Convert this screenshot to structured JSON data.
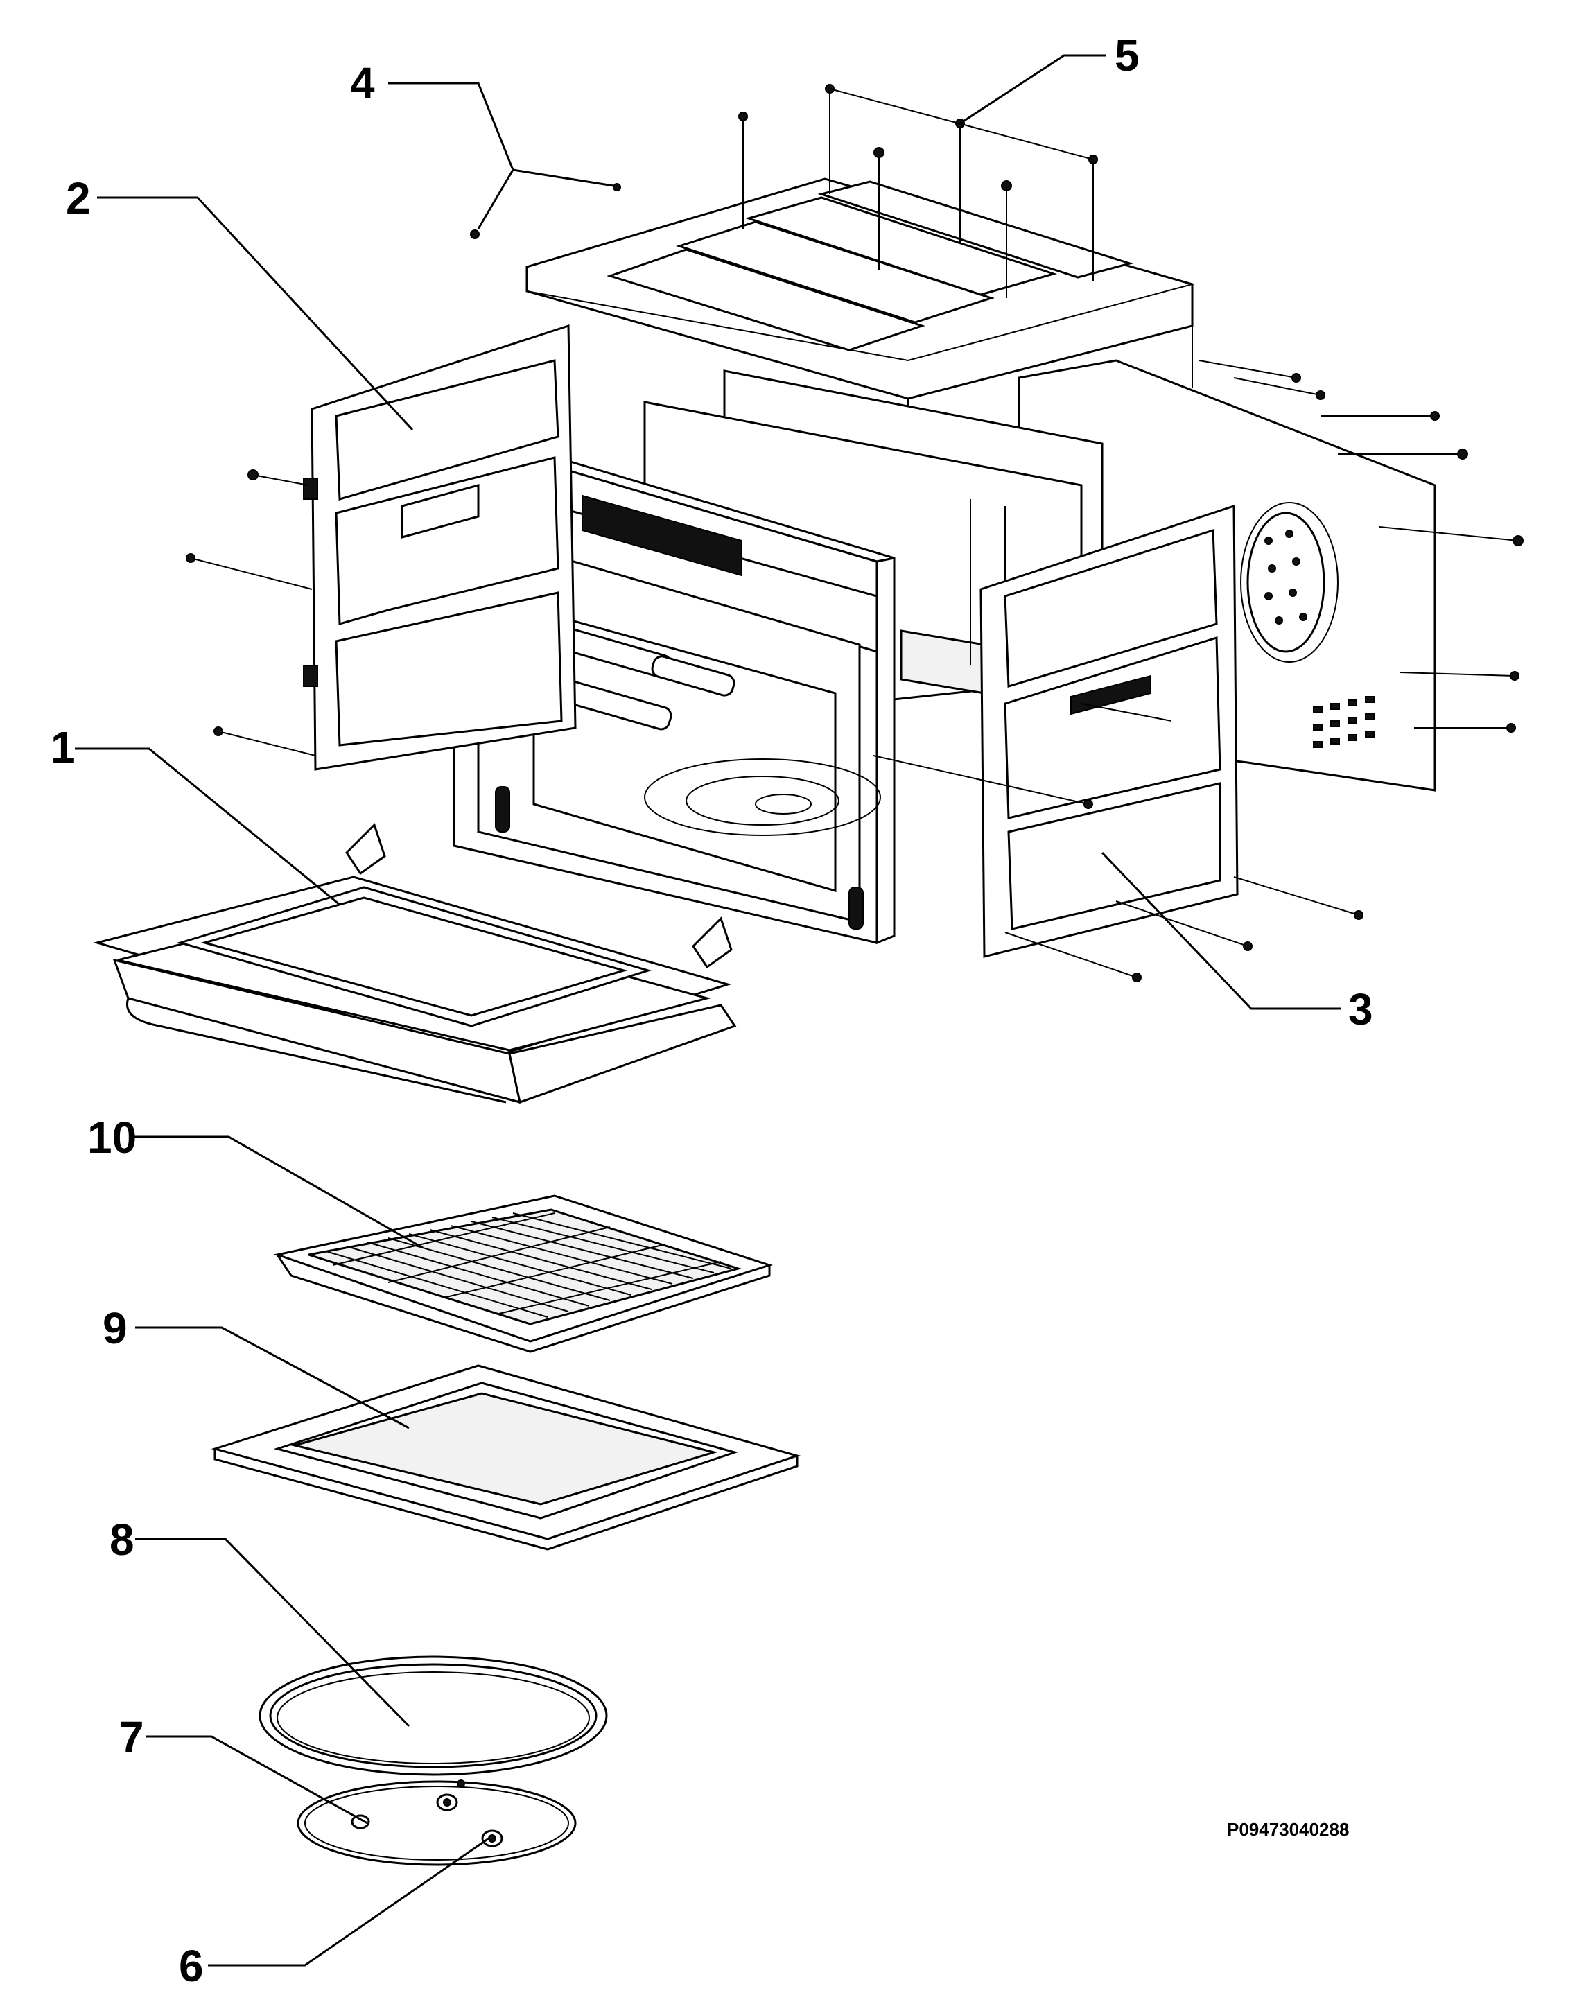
{
  "diagram": {
    "callouts": [
      {
        "id": "1",
        "label": "1"
      },
      {
        "id": "2",
        "label": "2"
      },
      {
        "id": "3",
        "label": "3"
      },
      {
        "id": "4",
        "label": "4"
      },
      {
        "id": "5",
        "label": "5"
      },
      {
        "id": "6",
        "label": "6"
      },
      {
        "id": "7",
        "label": "7"
      },
      {
        "id": "8",
        "label": "8"
      },
      {
        "id": "9",
        "label": "9"
      },
      {
        "id": "10",
        "label": "10"
      }
    ],
    "reference_code": "P09473040288"
  }
}
